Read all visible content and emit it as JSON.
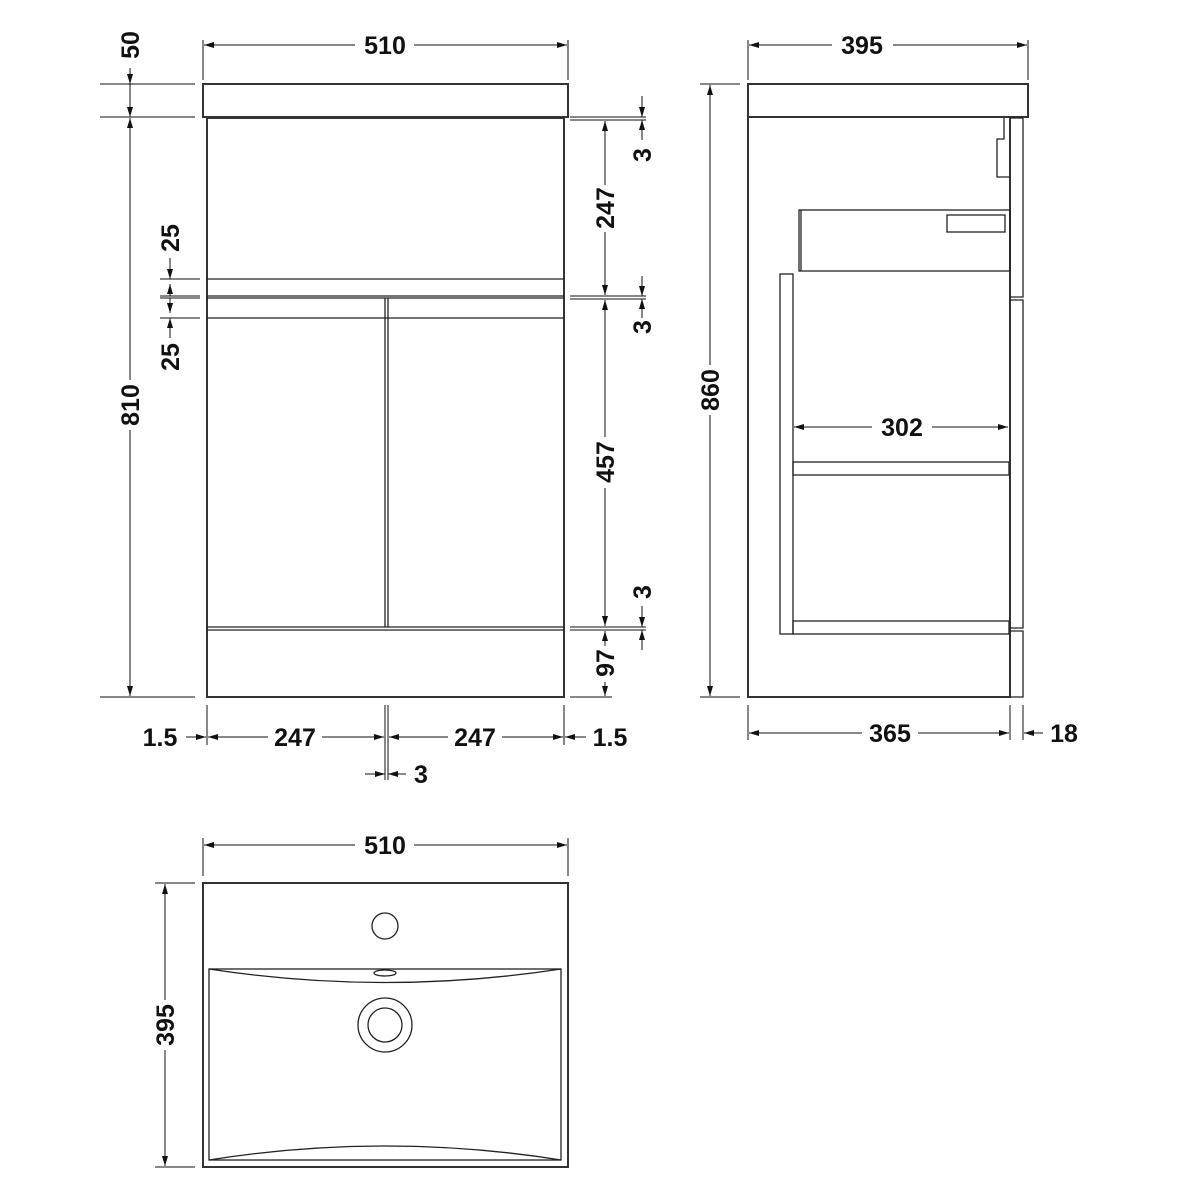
{
  "colors": {
    "line": "#333333",
    "text": "#111111",
    "background": "#ffffff"
  },
  "front_view": {
    "overall_width": "510",
    "top_height": "50",
    "cabinet_height": "810",
    "rail_top": "25",
    "rail_bottom": "25",
    "drawer_height": "247",
    "door_height": "457",
    "plinth_height": "97",
    "gap_top": "3",
    "gap_middle": "3",
    "gap_bottom": "3",
    "left_gap": "1.5",
    "left_door_width": "247",
    "right_door_width": "247",
    "right_gap": "1.5",
    "door_gap": "3"
  },
  "side_view": {
    "overall_depth": "395",
    "overall_height": "860",
    "internal_depth": "302",
    "carcass_depth": "365",
    "door_thickness": "18"
  },
  "basin_top_view": {
    "width": "510",
    "depth": "395"
  }
}
